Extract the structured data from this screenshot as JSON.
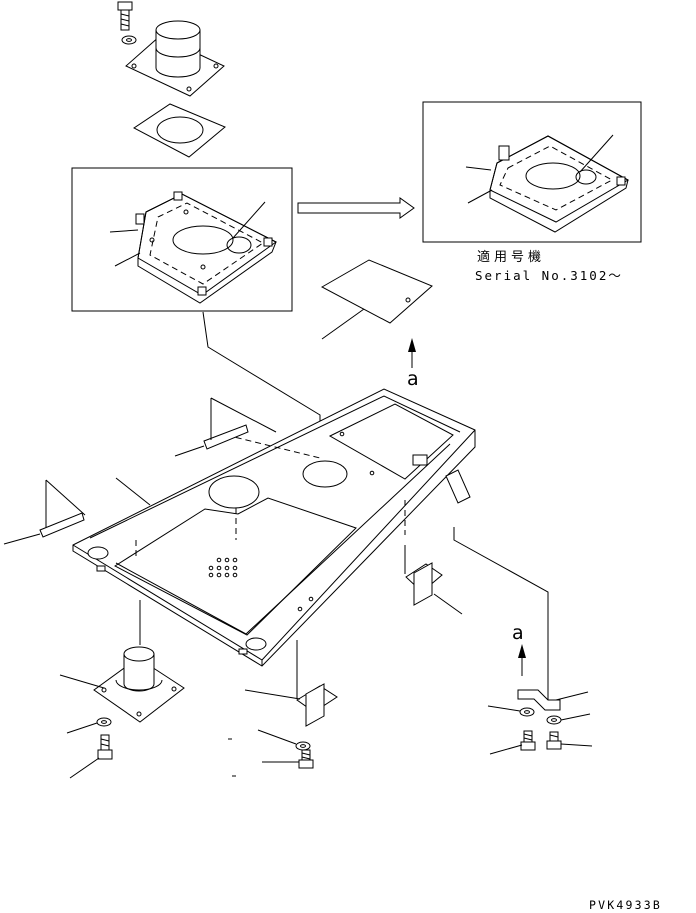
{
  "labels": {
    "serial_jp": "適用号機",
    "serial_no": "Serial No.3102～",
    "view_a_top": "a",
    "view_a_bottom": "a",
    "drawing_code": "PVK4933B"
  },
  "colors": {
    "line": "#000000",
    "background": "#ffffff"
  }
}
